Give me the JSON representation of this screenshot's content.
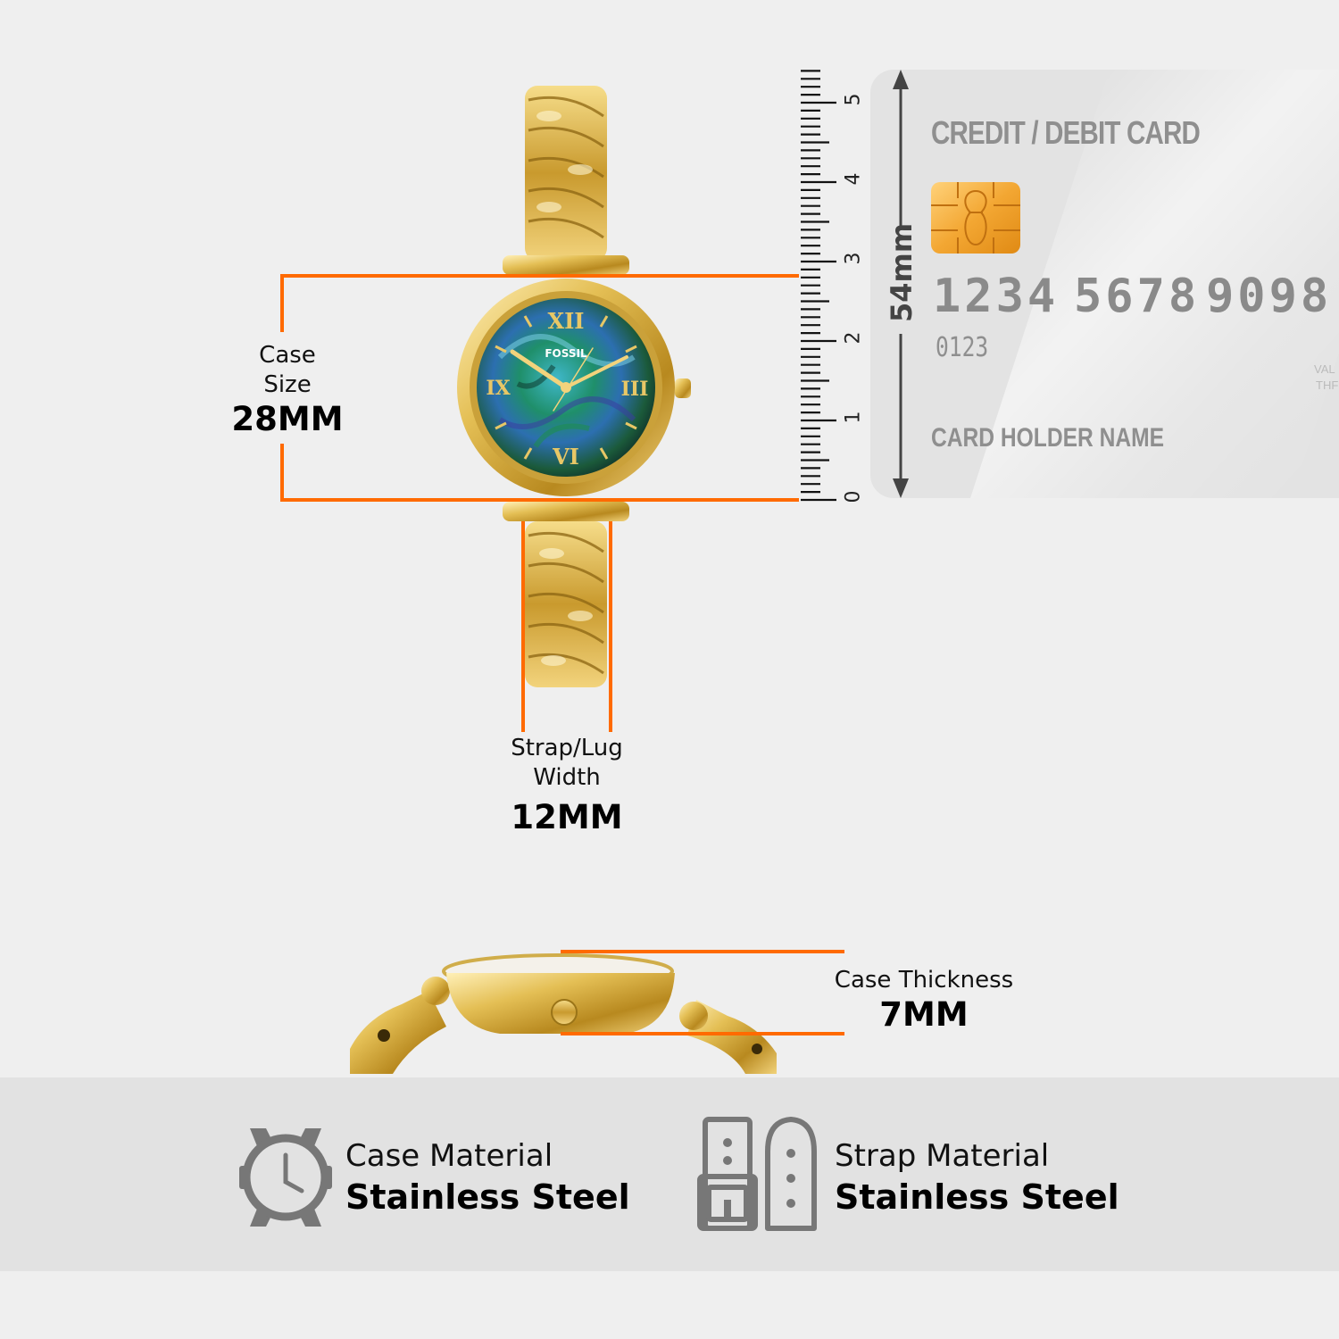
{
  "case_size": {
    "label_line1": "Case",
    "label_line2": "Size",
    "value": "28MM"
  },
  "strap_width": {
    "label_line1": "Strap/Lug",
    "label_line2": "Width",
    "value": "12MM"
  },
  "case_thickness": {
    "label": "Case Thickness",
    "value": "7MM"
  },
  "ruler": {
    "ticks": [
      "0",
      "1",
      "2",
      "3",
      "4",
      "5"
    ]
  },
  "card": {
    "title": "CREDIT / DEBIT CARD",
    "number_groups": [
      "1234",
      "5678",
      "9098"
    ],
    "small_number": "0123",
    "holder": "CARD HOLDER NAME",
    "valid_line1": "VAL",
    "valid_line2": "THF",
    "height_label": "54mm"
  },
  "watch": {
    "brand": "FOSSIL"
  },
  "features": [
    {
      "label": "Case Material",
      "value": "Stainless Steel",
      "icon": "watch-case-icon"
    },
    {
      "label": "Strap Material",
      "value": "Stainless Steel",
      "icon": "strap-icon"
    }
  ],
  "colors": {
    "accent": "#ff6a00",
    "gold": "#d9b445",
    "card": "#e3e3e3",
    "band": "#e2e2e2"
  }
}
